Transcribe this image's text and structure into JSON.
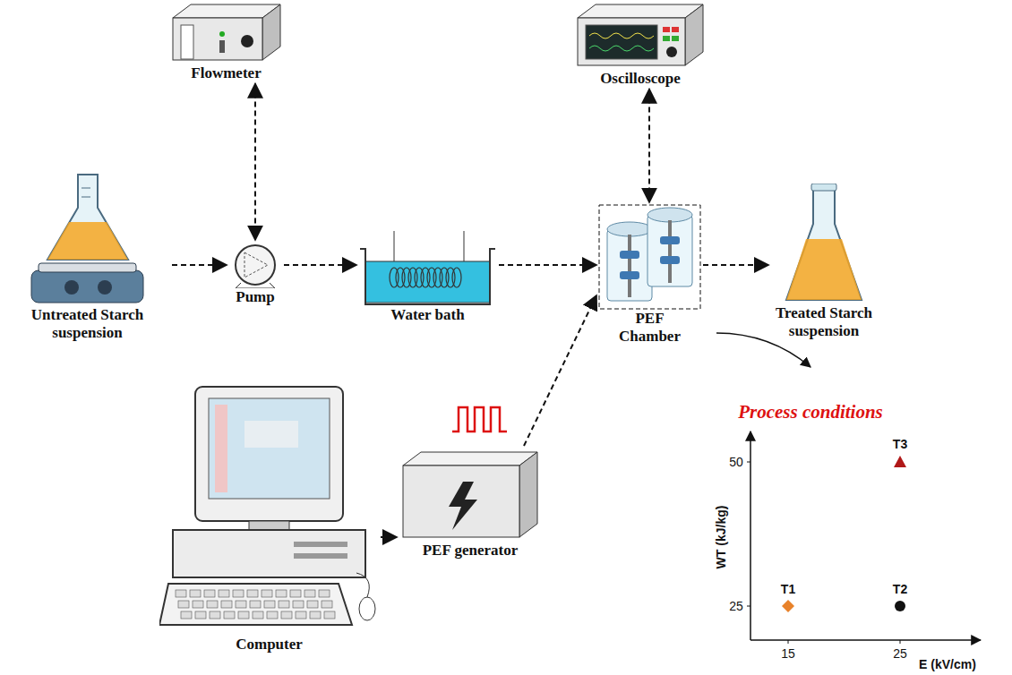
{
  "diagram": {
    "nodes": [
      {
        "text": [
          "Untreated Starch suspension"
        ]
      },
      {
        "text": [
          "Flowmeter"
        ]
      },
      {
        "text": [
          "Pump"
        ]
      },
      {
        "text": [
          "Water bath"
        ]
      },
      {
        "text": [
          "Oscilloscope"
        ]
      },
      {
        "text": [
          "PEF Chamber"
        ]
      },
      {
        "text": [
          "Treated Starch suspension"
        ]
      },
      {
        "text": [
          "Computer"
        ]
      },
      {
        "text": [
          "PEF generator"
        ]
      }
    ],
    "edges": [
      {
        "from": 0,
        "to": 2,
        "arrow": "to"
      },
      {
        "from": 1,
        "to": 2,
        "arrow": "both"
      },
      {
        "from": 2,
        "to": 3,
        "arrow": "to"
      },
      {
        "from": 3,
        "to": 5,
        "arrow": "to"
      },
      {
        "from": 4,
        "to": 5,
        "arrow": "both"
      },
      {
        "from": 5,
        "to": 6,
        "arrow": "to"
      },
      {
        "from": 7,
        "to": 8,
        "arrow": "to"
      },
      {
        "from": 8,
        "to": 5,
        "arrow": "to"
      }
    ],
    "labels": [
      "Process conditions",
      "WT (kJ/kg)",
      "50",
      "25",
      "E (kV/cm)",
      "15",
      "25",
      "T1",
      "T2",
      "T3"
    ]
  }
}
